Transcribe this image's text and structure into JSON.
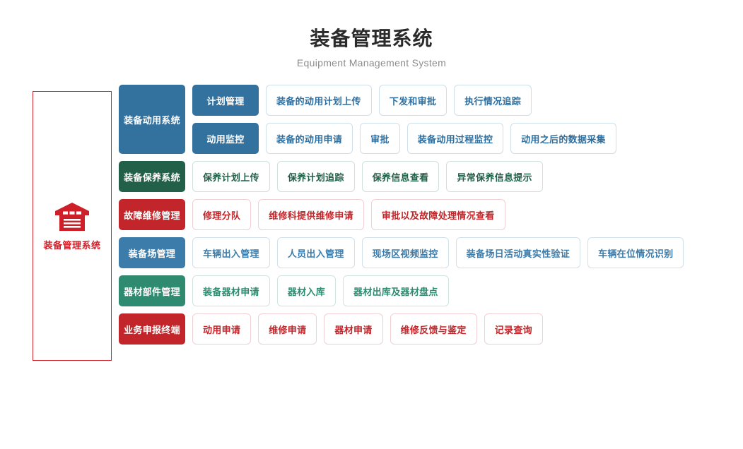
{
  "header": {
    "title": "装备管理系统",
    "subtitle": "Equipment Management System"
  },
  "system_panel": {
    "icon": "warehouse-icon",
    "label": "装备管理系统",
    "border_color": "#d0222b",
    "text_color": "#cf2029"
  },
  "palette": {
    "blue_dark": "#33719e",
    "green_dark": "#236049",
    "red": "#c2262a",
    "blue": "#3b7cab",
    "green": "#2e8b70",
    "leaf_bg": "#ffffff"
  },
  "rows": [
    {
      "category": "装备动用系统",
      "theme": "blue-dark",
      "subgroups": [
        {
          "sub": "计划管理",
          "leaves": [
            "装备的动用计划上传",
            "下发和审批",
            "执行情况追踪"
          ]
        },
        {
          "sub": "动用监控",
          "leaves": [
            "装备的动用申请",
            "审批",
            "装备动用过程监控",
            "动用之后的数据采集"
          ]
        }
      ]
    },
    {
      "category": "装备保养系统",
      "theme": "green-dark",
      "subgroups": [
        {
          "sub": null,
          "leaves": [
            "保养计划上传",
            "保养计划追踪",
            "保养信息查看",
            "异常保养信息提示"
          ]
        }
      ]
    },
    {
      "category": "故障维修管理",
      "theme": "red",
      "subgroups": [
        {
          "sub": null,
          "leaves": [
            "修理分队",
            "维修科提供维修申请",
            "审批以及故障处理情况查看"
          ]
        }
      ]
    },
    {
      "category": "装备场管理",
      "theme": "blue",
      "subgroups": [
        {
          "sub": null,
          "leaves": [
            "车辆出入管理",
            "人员出入管理",
            "现场区视频监控",
            "装备场日活动真实性验证",
            "车辆在位情况识别"
          ]
        }
      ]
    },
    {
      "category": "器材部件管理",
      "theme": "green",
      "subgroups": [
        {
          "sub": null,
          "leaves": [
            "装备器材申请",
            "器材入库",
            "器材出库及器材盘点"
          ]
        }
      ]
    },
    {
      "category": "业务申报终端",
      "theme": "red",
      "subgroups": [
        {
          "sub": null,
          "leaves": [
            "动用申请",
            "维修申请",
            "器材申请",
            "维修反馈与鉴定",
            "记录查询"
          ]
        }
      ]
    }
  ]
}
